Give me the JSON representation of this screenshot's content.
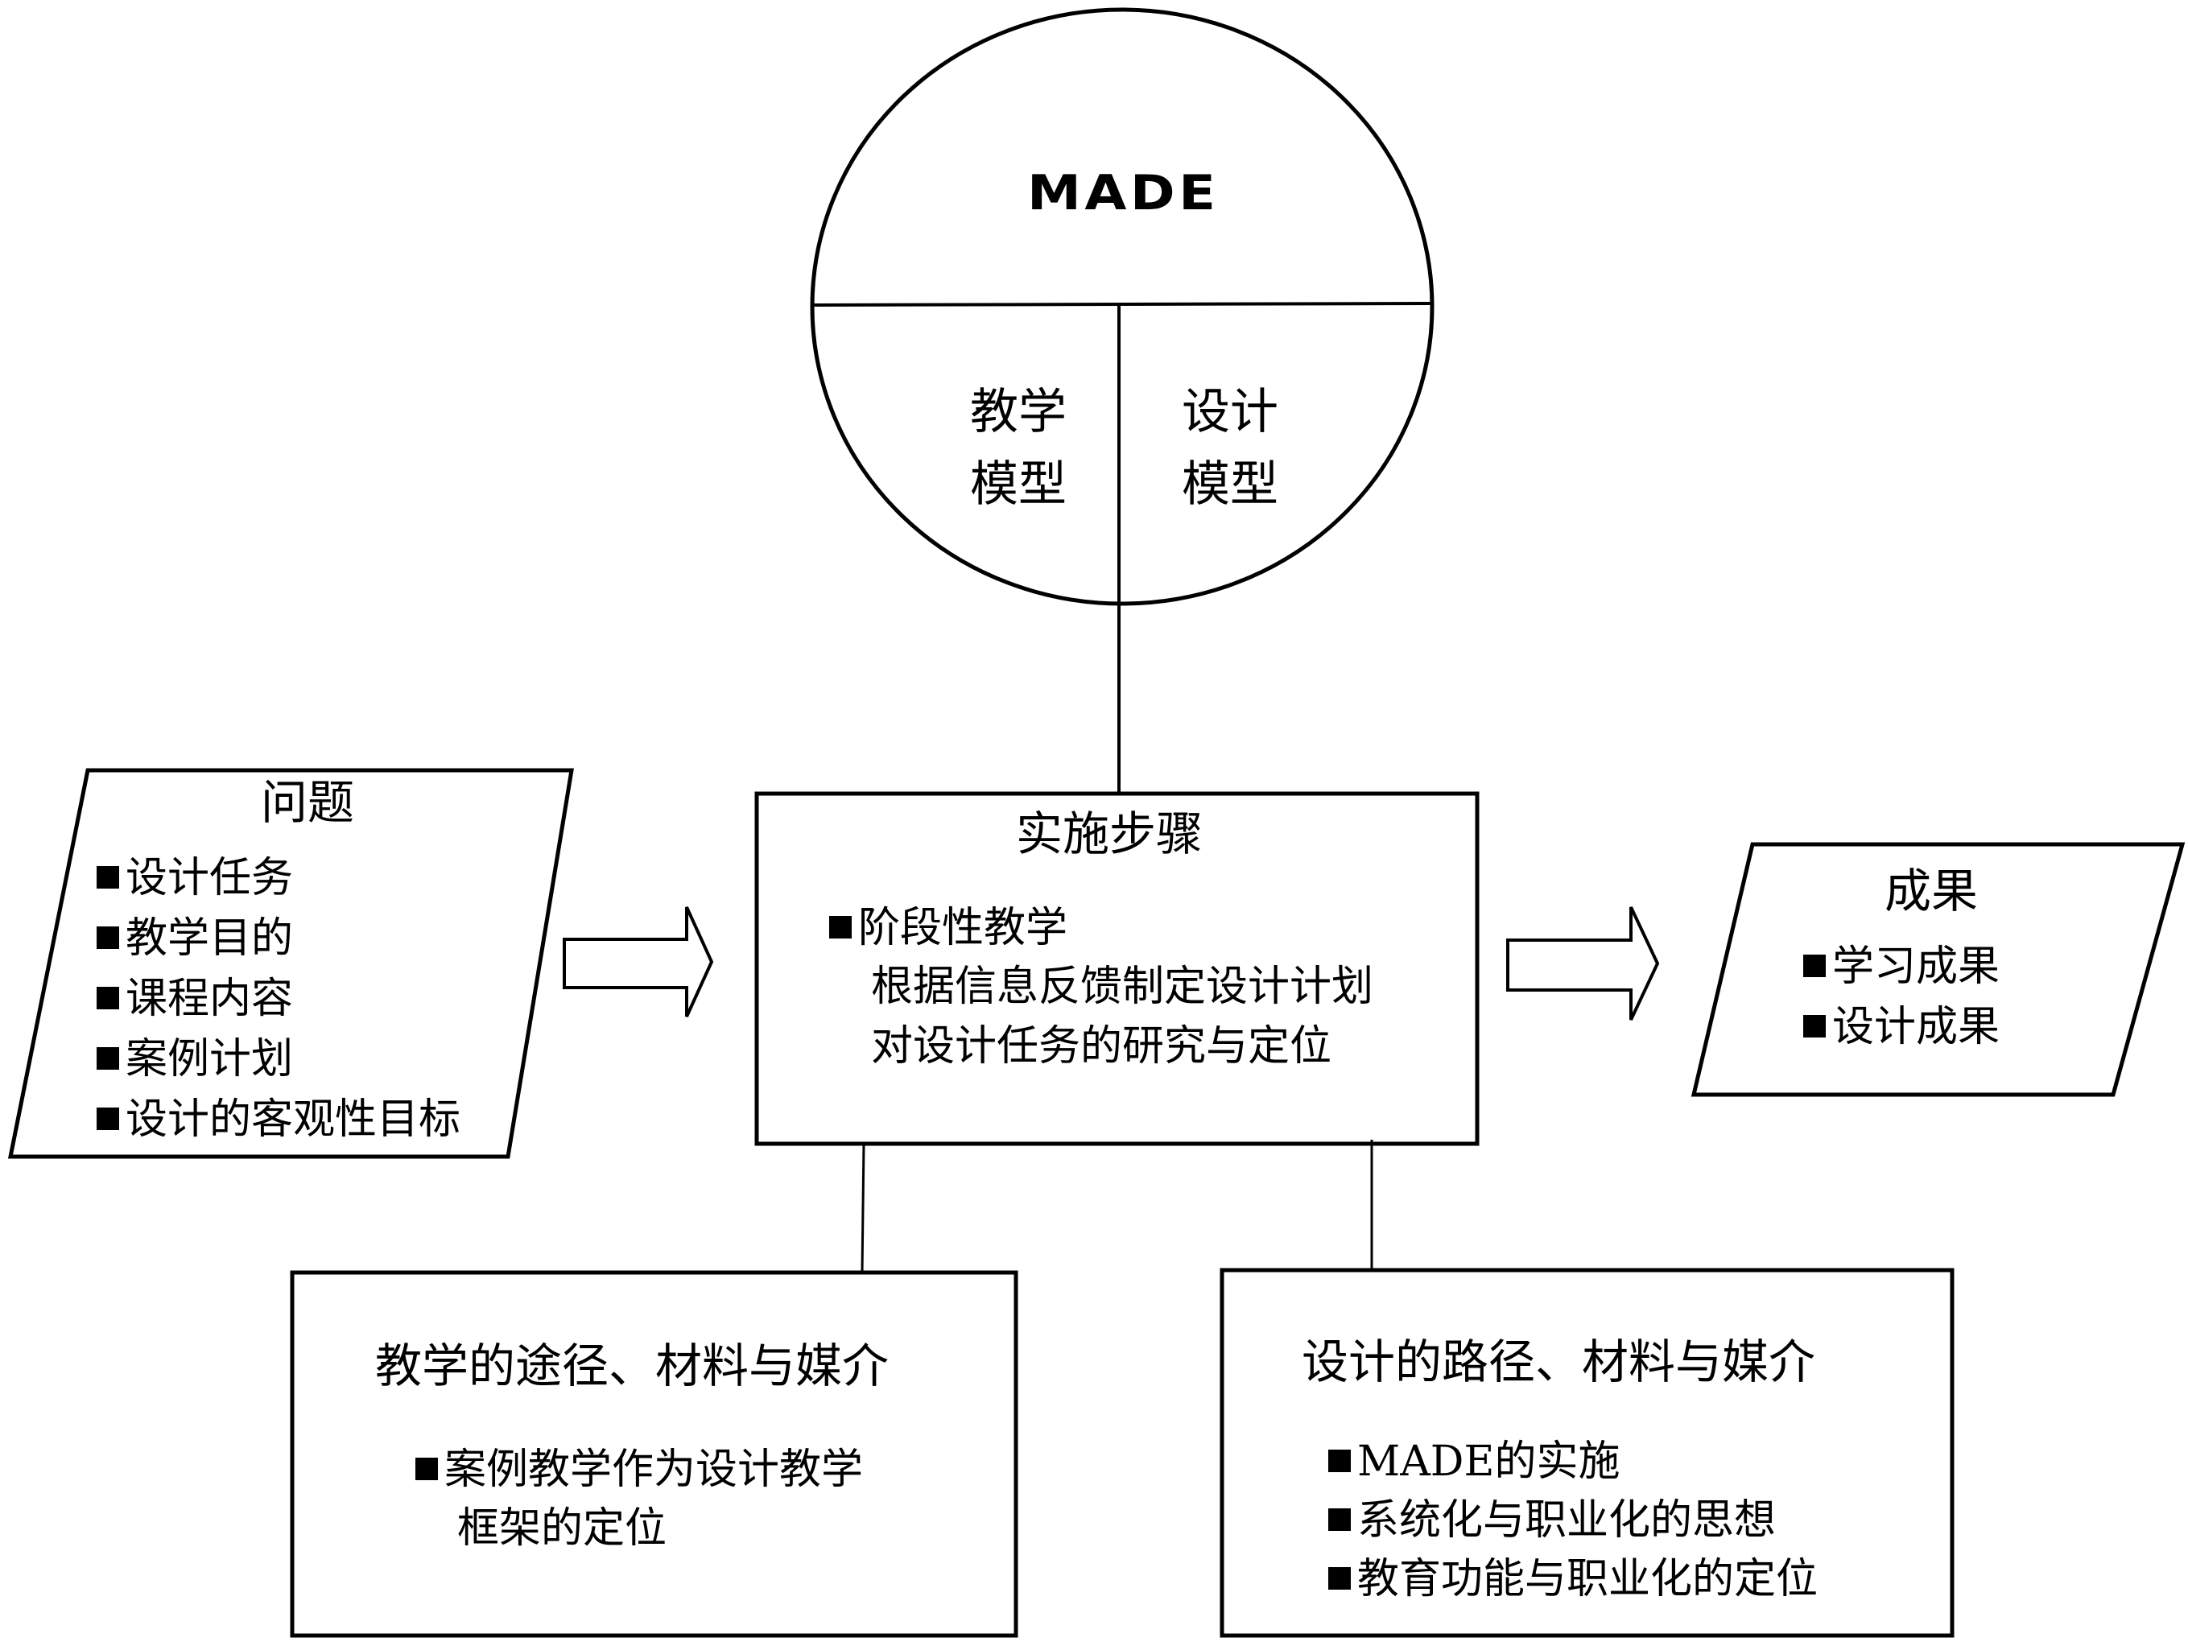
{
  "circle": {
    "title": "MADE",
    "left_label": [
      "教学",
      "模型"
    ],
    "right_label": [
      "设计",
      "模型"
    ]
  },
  "problem": {
    "title": "问题",
    "items": [
      "设计任务",
      "教学目的",
      "课程内容",
      "案例计划",
      "设计的客观性目标"
    ]
  },
  "steps": {
    "title": "实施步骤",
    "bullet": "阶段性教学",
    "lines": [
      "根据信息反馈制定设计计划",
      "对设计任务的研究与定位"
    ]
  },
  "results": {
    "title": "成果",
    "items": [
      "学习成果",
      "设计成果"
    ]
  },
  "teaching_media": {
    "title": "教学的途径、材料与媒介",
    "bullet": "案例教学作为设计教学",
    "continuation": "框架的定位"
  },
  "design_media": {
    "title": "设计的路径、材料与媒介",
    "items": [
      "MADE的实施",
      "系统化与职业化的思想",
      "教育功能与职业化的定位"
    ]
  },
  "colors": {
    "stroke": "#000000",
    "background": "#ffffff"
  }
}
